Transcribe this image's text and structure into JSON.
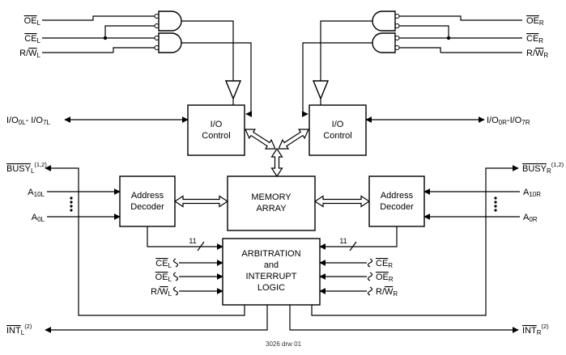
{
  "diagram": {
    "footer": "3026 drw 01",
    "blocks": {
      "io_control_left": [
        "I/O",
        "Control"
      ],
      "io_control_right": [
        "I/O",
        "Control"
      ],
      "address_decoder_left": [
        "Address",
        "Decoder"
      ],
      "address_decoder_right": [
        "Address",
        "Decoder"
      ],
      "memory_array": [
        "MEMORY",
        "ARRAY"
      ],
      "arbitration": [
        "ARBITRATION",
        "and",
        "INTERRUPT",
        "LOGIC"
      ]
    },
    "signals": {
      "oe_left_top": {
        "over": "OE",
        "sub": "L"
      },
      "ce_left_top": {
        "over": "CE",
        "sub": "L"
      },
      "rw_left_top": {
        "pre": "R/",
        "over": "W",
        "sub": "L"
      },
      "oe_right_top": {
        "over": "OE",
        "sub": "R"
      },
      "ce_right_top": {
        "over": "CE",
        "sub": "R"
      },
      "rw_right_top": {
        "pre": "R/",
        "over": "W",
        "sub": "R"
      },
      "io_left": {
        "p1": "I/O",
        "s1": "0L",
        "p2": "- I/O",
        "s2": "7L"
      },
      "io_right": {
        "p1": "I/O",
        "s1": "0R",
        "p2": "-I/O",
        "s2": "7R"
      },
      "busy_left": {
        "over": "BUSY",
        "sub": "L",
        "sup": "(1,2)"
      },
      "busy_right": {
        "over": "BUSY",
        "sub": "R",
        "sup": "(1,2)"
      },
      "addr_top_left": {
        "p": "A",
        "sub": "10L"
      },
      "addr_bottom_left": {
        "p": "A",
        "sub": "0L"
      },
      "addr_top_right": {
        "p": "A",
        "sub": "10R"
      },
      "addr_bottom_right": {
        "p": "A",
        "sub": "0R"
      },
      "bus_width_left": "11",
      "bus_width_right": "11",
      "ce_left_arb": {
        "over": "CE",
        "sub": "L"
      },
      "oe_left_arb": {
        "over": "OE",
        "sub": "L"
      },
      "rw_left_arb": {
        "pre": "R/",
        "over": "W",
        "sub": "L"
      },
      "ce_right_arb": {
        "over": "CE",
        "sub": "R"
      },
      "oe_right_arb": {
        "over": "OE",
        "sub": "R"
      },
      "rw_right_arb": {
        "pre": "R/",
        "over": "W",
        "sub": "R"
      },
      "int_left": {
        "over": "INT",
        "sub": "L",
        "sup": "(2)"
      },
      "int_right": {
        "over": "INT",
        "sub": "R",
        "sup": "(2)"
      }
    },
    "colors": {
      "line": "#000000",
      "background": "#ffffff"
    }
  }
}
